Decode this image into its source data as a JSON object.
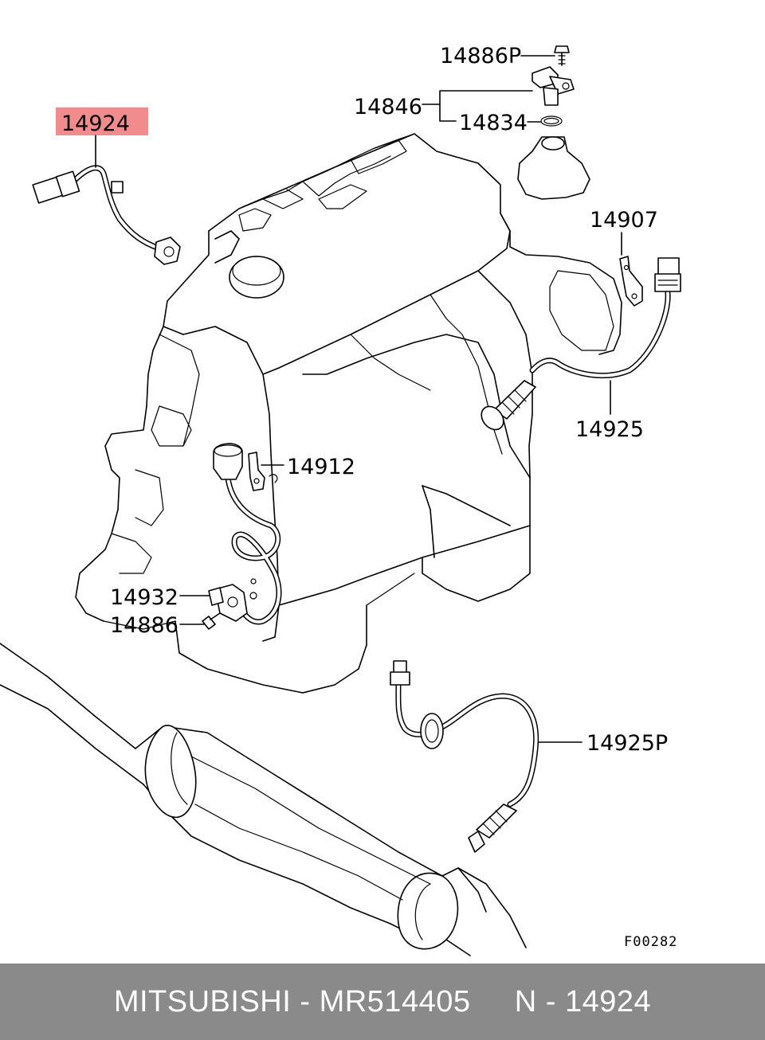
{
  "diagram": {
    "highlight_color": "#f28b8b",
    "callouts": {
      "highlighted": "14924",
      "c14886P": "14886P",
      "c14846": "14846",
      "c14834": "14834",
      "c14907": "14907",
      "c14925": "14925",
      "c14912": "14912",
      "c14932": "14932",
      "c14886": "14886",
      "c14925P": "14925P"
    },
    "figure_ref": "F00282"
  },
  "footer": {
    "brand": "MITSUBISHI",
    "part_number": "MR514405",
    "ref": "N - 14924",
    "text": "MITSUBISHI - MR514405     N - 14924",
    "background": "#8a8a8a"
  }
}
